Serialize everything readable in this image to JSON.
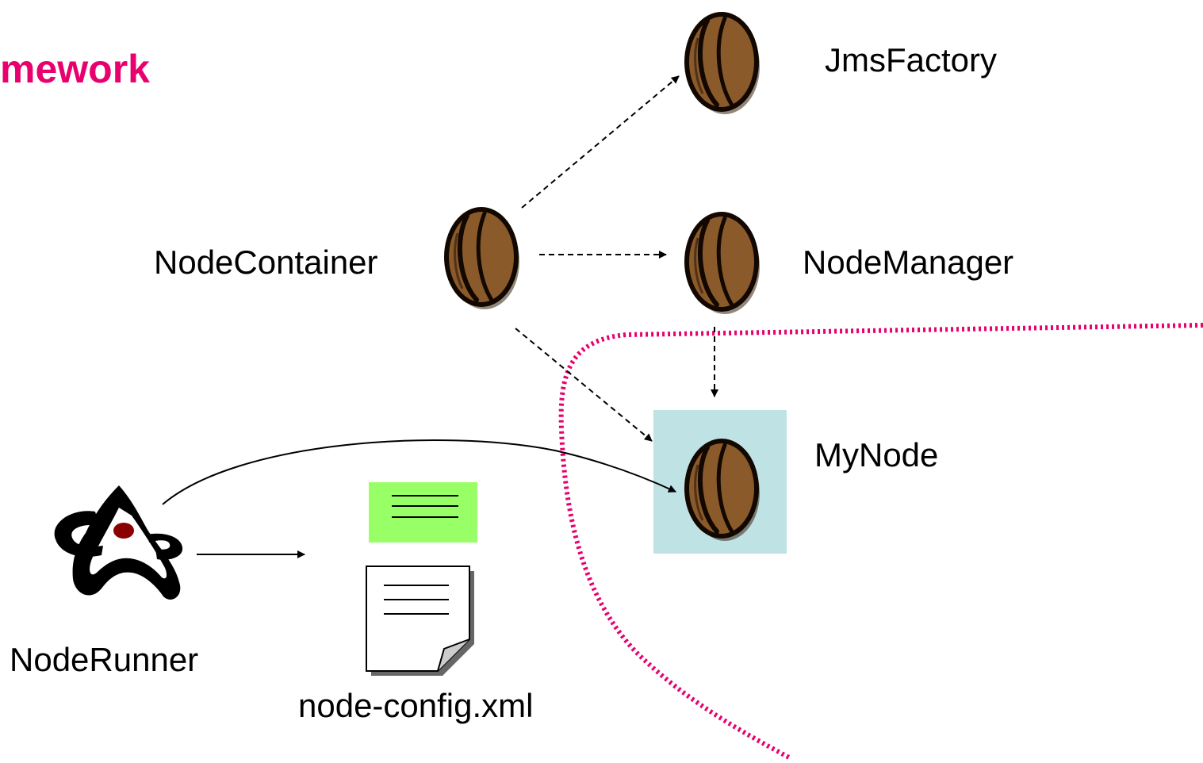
{
  "colors": {
    "accent": "#e8006e",
    "bean": "#8a5a2b",
    "bean_outline": "#1a0a00",
    "highlight_box": "#bfe2e4",
    "note_green": "#99ff66"
  },
  "diagram": {
    "title_fragment": "mework",
    "nodes": {
      "jms_factory": "JmsFactory",
      "node_container": "NodeContainer",
      "node_manager": "NodeManager",
      "my_node": "MyNode",
      "node_runner": "NodeRunner",
      "config_file": "node-config.xml"
    },
    "icons": {
      "bean": "coffee-bean-icon",
      "runner": "java-duke-icon",
      "document": "document-icon",
      "note": "note-icon"
    }
  }
}
